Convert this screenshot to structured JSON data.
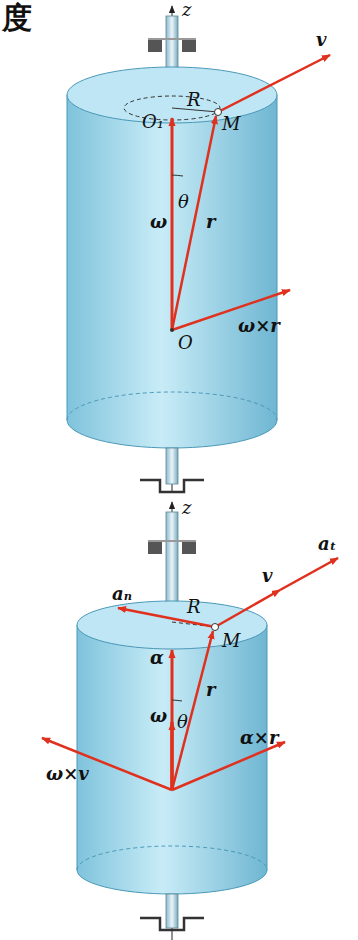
{
  "diagram": {
    "labels": [
      "度",
      "z",
      "R",
      "M",
      "O₁",
      "v",
      "ω",
      "θ",
      "r",
      "O",
      "ω×r",
      "z",
      "R",
      "M",
      "v",
      "aₜ",
      "aₙ",
      "α",
      "ω",
      "θ",
      "r",
      "ω×v",
      "α×r"
    ]
  }
}
